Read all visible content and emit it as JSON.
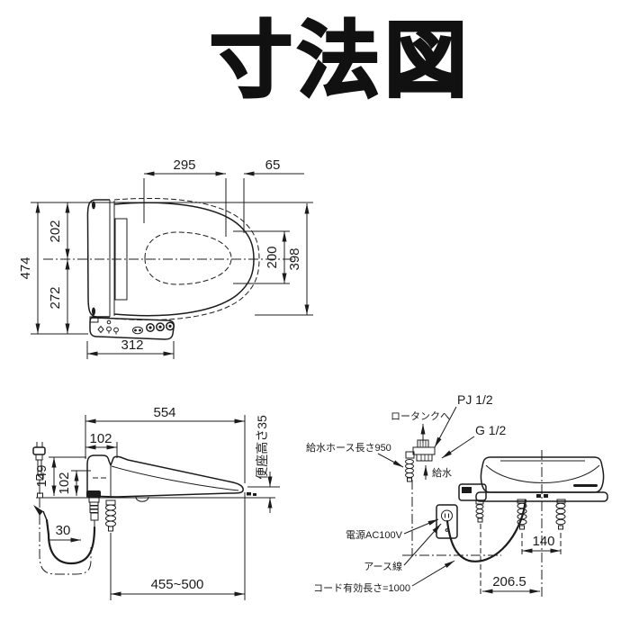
{
  "title": "寸法図",
  "colors": {
    "ink": "#1c1c1c",
    "background": "#ffffff"
  },
  "top_view": {
    "dim_295": "295",
    "dim_65": "65",
    "dim_474": "474",
    "dim_202": "202",
    "dim_272": "272",
    "dim_200": "200",
    "dim_398": "398",
    "dim_312": "312",
    "icons": [
      "nozzle-icon",
      "person-wash-icon",
      "person-bidet-icon",
      "stop-icon",
      "round-button-icon",
      "round-button-icon",
      "round-button-icon"
    ]
  },
  "side_view": {
    "dim_554": "554",
    "dim_102_top": "102",
    "dim_149": "149",
    "dim_102_left": "102",
    "dim_30": "30",
    "dim_455_500": "455~500",
    "seat_height_label": "便座高さ35"
  },
  "front_view": {
    "label_low_tank": "ロータンクへ",
    "label_pj": "PJ 1/2",
    "label_g": "G 1/2",
    "label_hose": "給水ホース長さ950",
    "label_supply": "給水",
    "label_power": "電源AC100V",
    "label_earth": "アース線",
    "label_cord": "コード有効長さ=1000",
    "dim_140": "140",
    "dim_206_5": "206.5"
  }
}
